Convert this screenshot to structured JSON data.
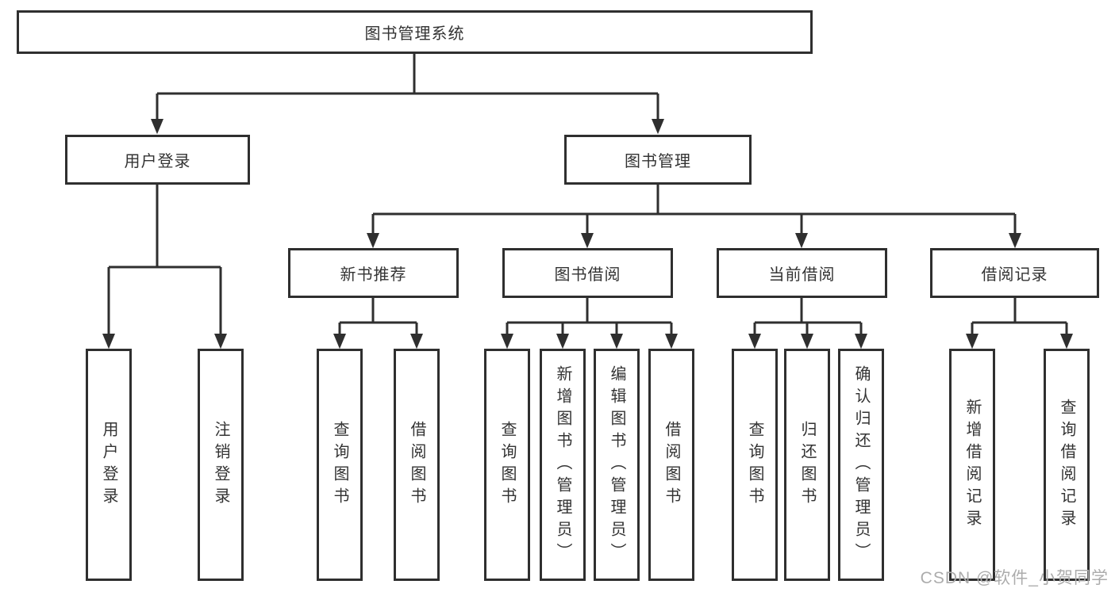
{
  "tree": {
    "root": {
      "label": "图书管理系统",
      "children": [
        {
          "label": "用户登录",
          "children": [
            {
              "label": "用户登录"
            },
            {
              "label": "注销登录"
            }
          ]
        },
        {
          "label": "图书管理",
          "children": [
            {
              "label": "新书推荐",
              "children": [
                {
                  "label": "查询图书"
                },
                {
                  "label": "借阅图书"
                }
              ]
            },
            {
              "label": "图书借阅",
              "children": [
                {
                  "label": "查询图书"
                },
                {
                  "label": "新增图书（管理员）"
                },
                {
                  "label": "编辑图书（管理员）"
                },
                {
                  "label": "借阅图书"
                }
              ]
            },
            {
              "label": "当前借阅",
              "children": [
                {
                  "label": "查询图书"
                },
                {
                  "label": "归还图书"
                },
                {
                  "label": "确认归还（管理员）"
                }
              ]
            },
            {
              "label": "借阅记录",
              "children": [
                {
                  "label": "新增借阅记录"
                },
                {
                  "label": "查询借阅记录"
                }
              ]
            }
          ]
        }
      ]
    }
  },
  "watermark": {
    "text": "CSDN @软件_小贺同学"
  },
  "colors": {
    "line": "#2f2f2f",
    "box_border": "#2f2f2f",
    "text": "#333333",
    "watermark": "#acacac",
    "background": "#ffffff"
  }
}
